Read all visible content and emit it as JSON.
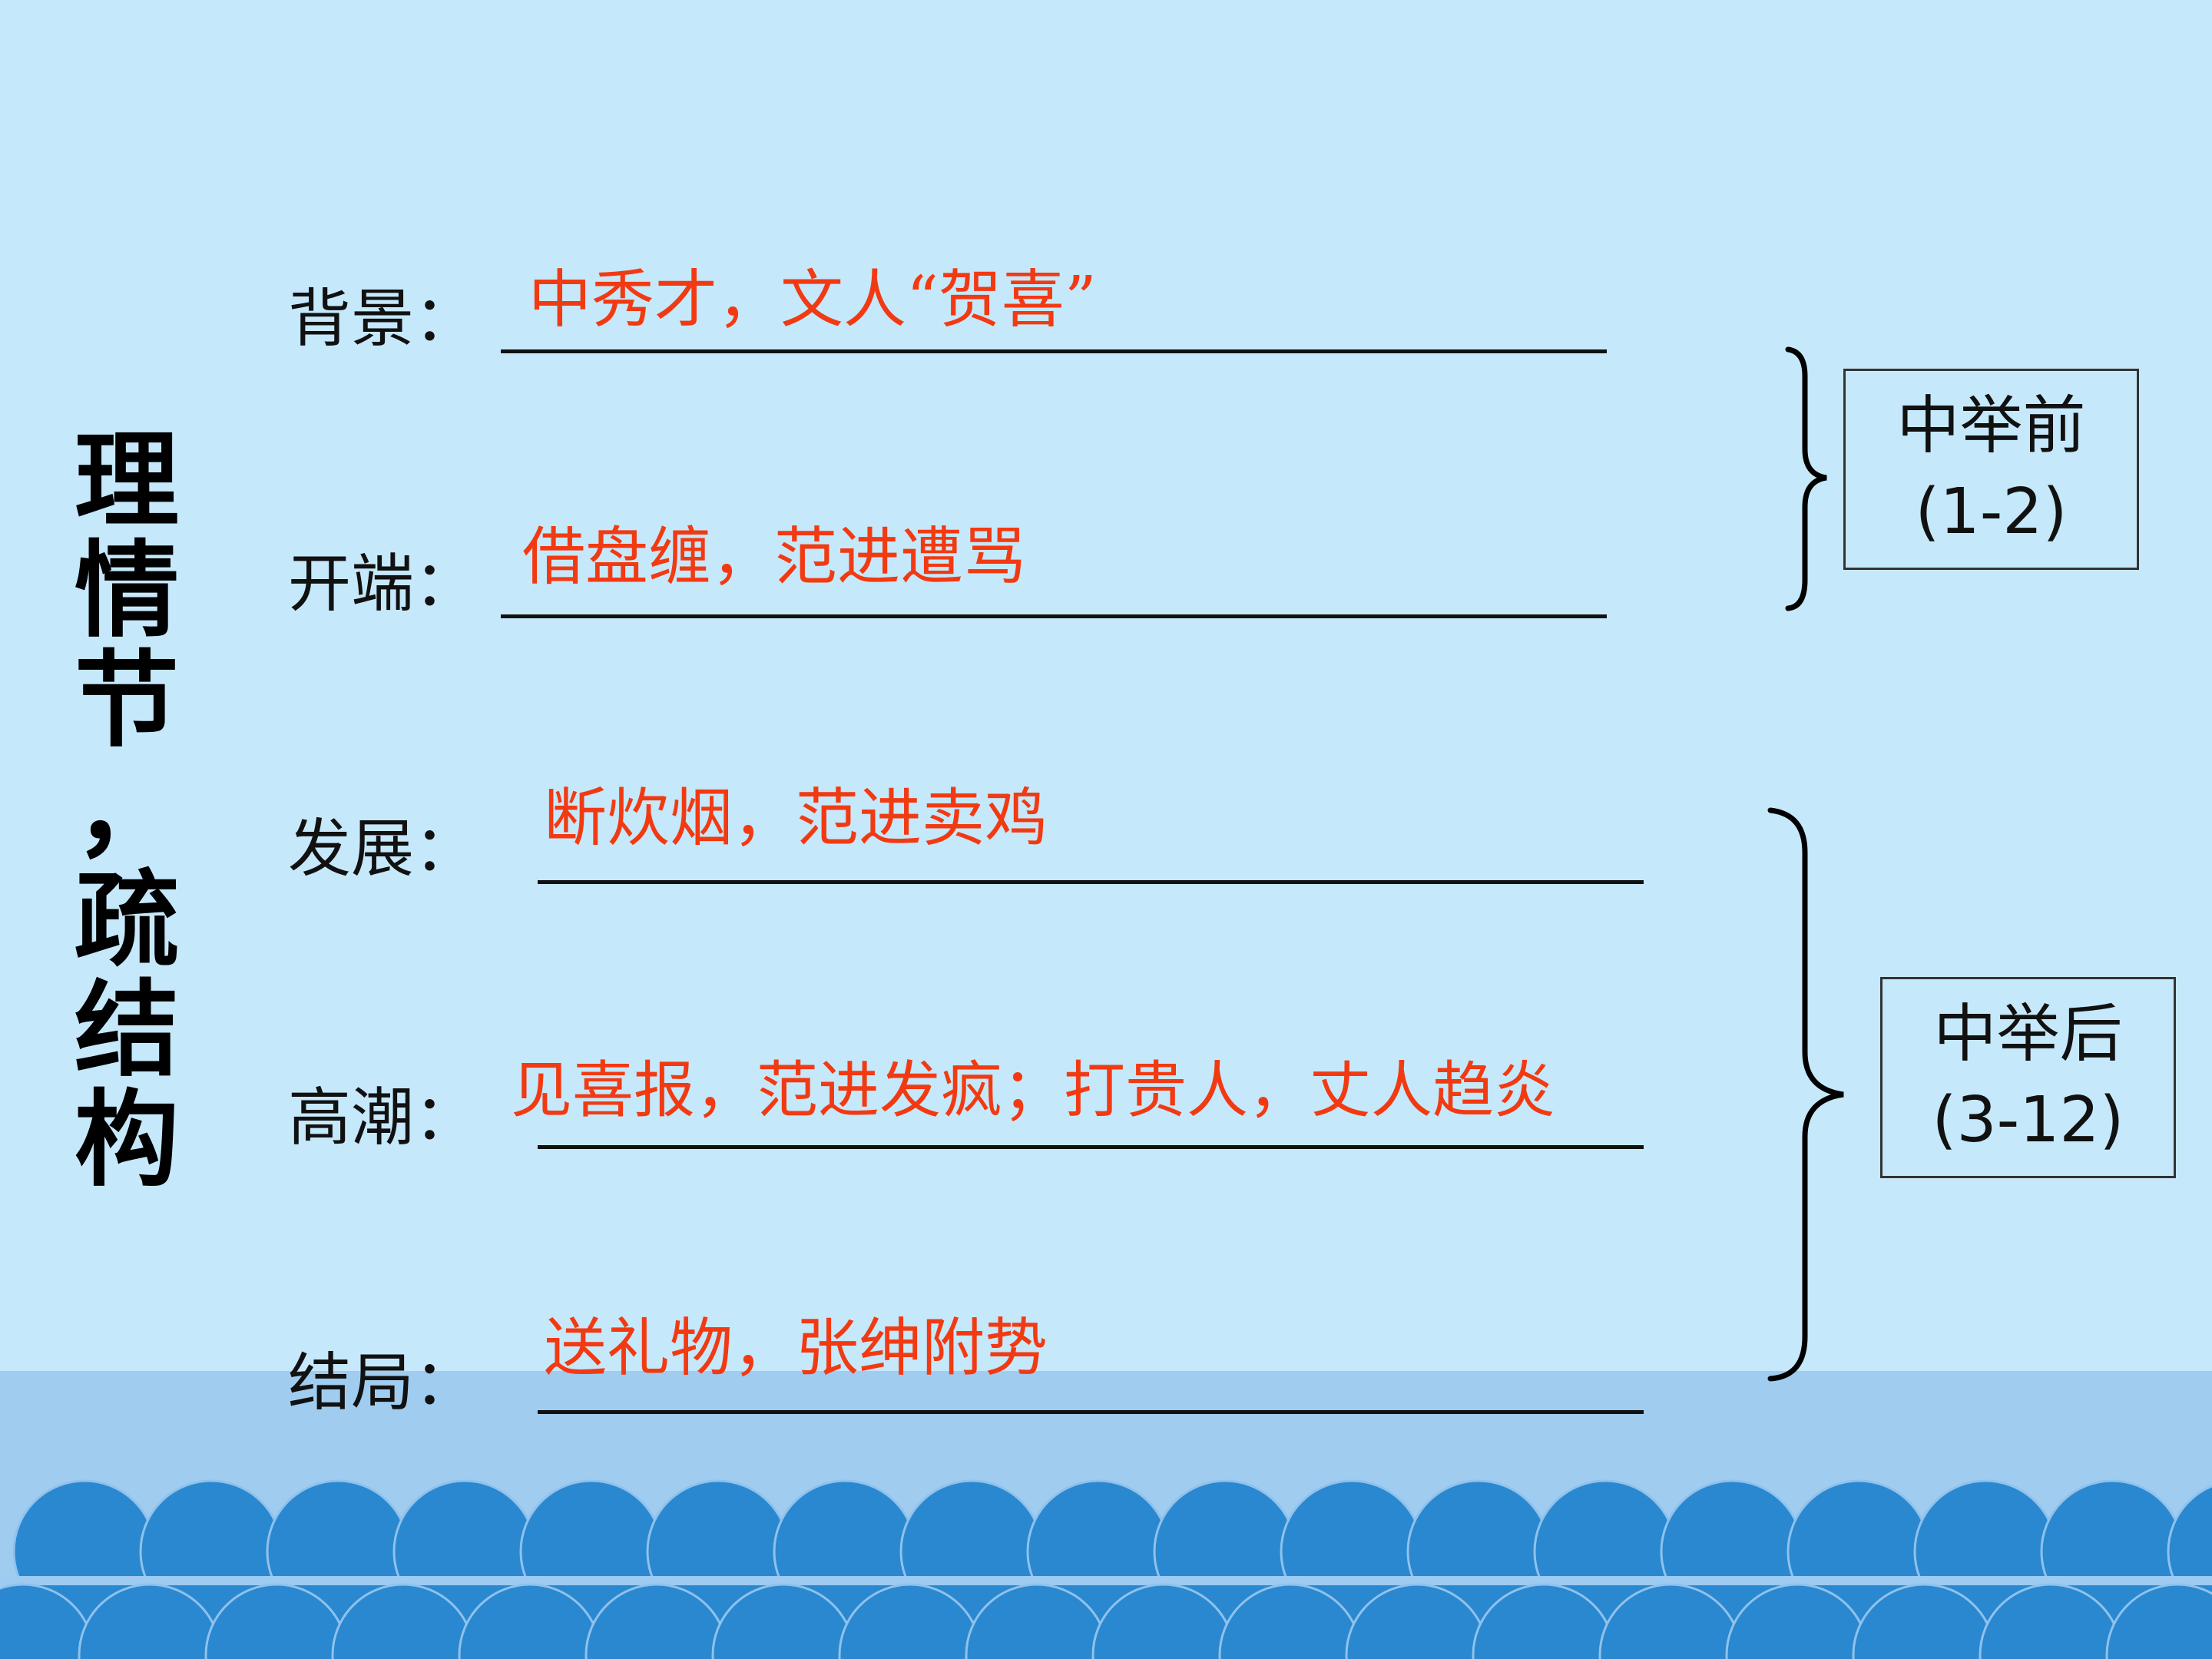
{
  "title_chars": [
    "理",
    "情",
    "节",
    "，",
    "疏",
    "结",
    "构"
  ],
  "rows": [
    {
      "label": "背景：",
      "answer": "中秀才，文人“贺喜”"
    },
    {
      "label": "开端：",
      "answer": "借盘缠，范进遭骂"
    },
    {
      "label": "发展：",
      "answer": "断炊烟，范进卖鸡"
    },
    {
      "label": "高潮：",
      "answer": "见喜报，范进发疯；打贵人，丈人趋炎"
    },
    {
      "label": "结局：",
      "answer": "送礼物，张绅附势"
    }
  ],
  "groups": [
    {
      "line1": "中举前",
      "line2": "(1-2)"
    },
    {
      "line1": "中举后",
      "line2": "(3-12)"
    }
  ],
  "colors": {
    "background": "#c6e8fb",
    "answer": "#f23a12",
    "wave": "#2a88d0",
    "sea": "#a0ccf0"
  }
}
